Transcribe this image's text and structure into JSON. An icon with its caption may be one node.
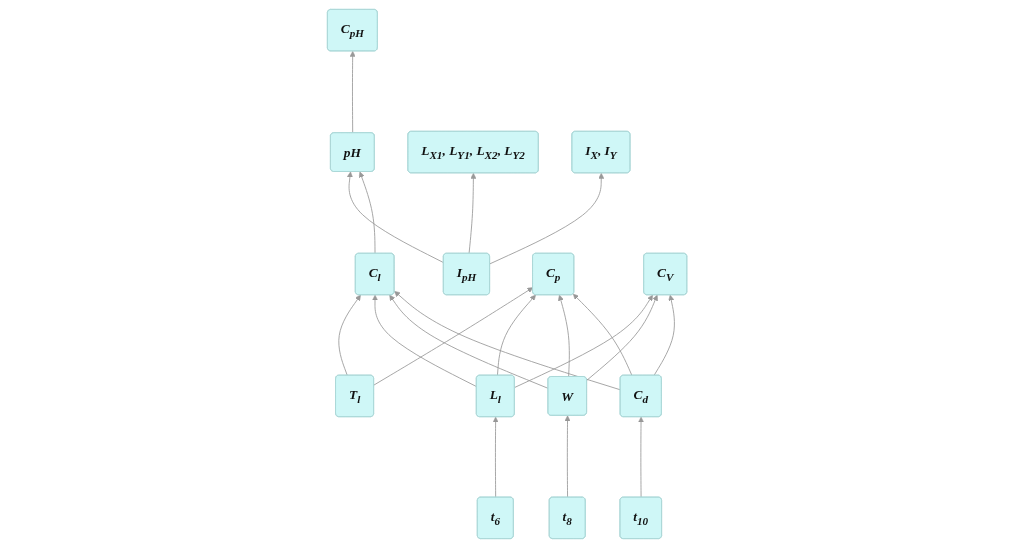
{
  "diagram": {
    "nodes": [
      {
        "text": [
          "I$_{pH}$"
        ]
      },
      {
        "text": [
          "pH"
        ]
      },
      {
        "text": [
          "C$_{pH}$"
        ]
      },
      {
        "text": [
          "L$_{X1}$, L$_{Y1}$, L$_{X2}$, L$_{Y2}$"
        ]
      },
      {
        "text": [
          "I$_{X}$, I$_{Y}$"
        ]
      },
      {
        "text": [
          "C$_{l}$"
        ]
      },
      {
        "text": [
          "C$_{p}$"
        ]
      },
      {
        "text": [
          "C$_{V}$"
        ]
      },
      {
        "text": [
          "T$_{l}$"
        ]
      },
      {
        "text": [
          "L$_{l}$"
        ]
      },
      {
        "text": [
          "W"
        ]
      },
      {
        "text": [
          "C$_{d}$"
        ]
      },
      {
        "text": [
          "t$_{6}$"
        ]
      },
      {
        "text": [
          "t$_{8}$"
        ]
      },
      {
        "text": [
          "t$_{10}$"
        ]
      }
    ],
    "edges": [
      {
        "from": 0,
        "to": 1,
        "arrow": "to"
      },
      {
        "from": 1,
        "to": 2,
        "arrow": "to"
      },
      {
        "from": 0,
        "to": 3,
        "arrow": "to"
      },
      {
        "from": 0,
        "to": 4,
        "arrow": "to"
      },
      {
        "from": 5,
        "to": 1,
        "arrow": "to"
      },
      {
        "from": 8,
        "to": 5,
        "arrow": "to"
      },
      {
        "from": 8,
        "to": 6,
        "arrow": "to"
      },
      {
        "from": 9,
        "to": 5,
        "arrow": "to"
      },
      {
        "from": 9,
        "to": 6,
        "arrow": "to"
      },
      {
        "from": 10,
        "to": 5,
        "arrow": "to"
      },
      {
        "from": 10,
        "to": 6,
        "arrow": "to"
      },
      {
        "from": 11,
        "to": 5,
        "arrow": "to"
      },
      {
        "from": 11,
        "to": 6,
        "arrow": "to"
      },
      {
        "from": 9,
        "to": 7,
        "arrow": "to"
      },
      {
        "from": 10,
        "to": 7,
        "arrow": "to"
      },
      {
        "from": 11,
        "to": 7,
        "arrow": "to"
      },
      {
        "from": 12,
        "to": 9,
        "arrow": "to"
      },
      {
        "from": 13,
        "to": 10,
        "arrow": "to"
      },
      {
        "from": 14,
        "to": 11,
        "arrow": "to"
      }
    ]
  }
}
